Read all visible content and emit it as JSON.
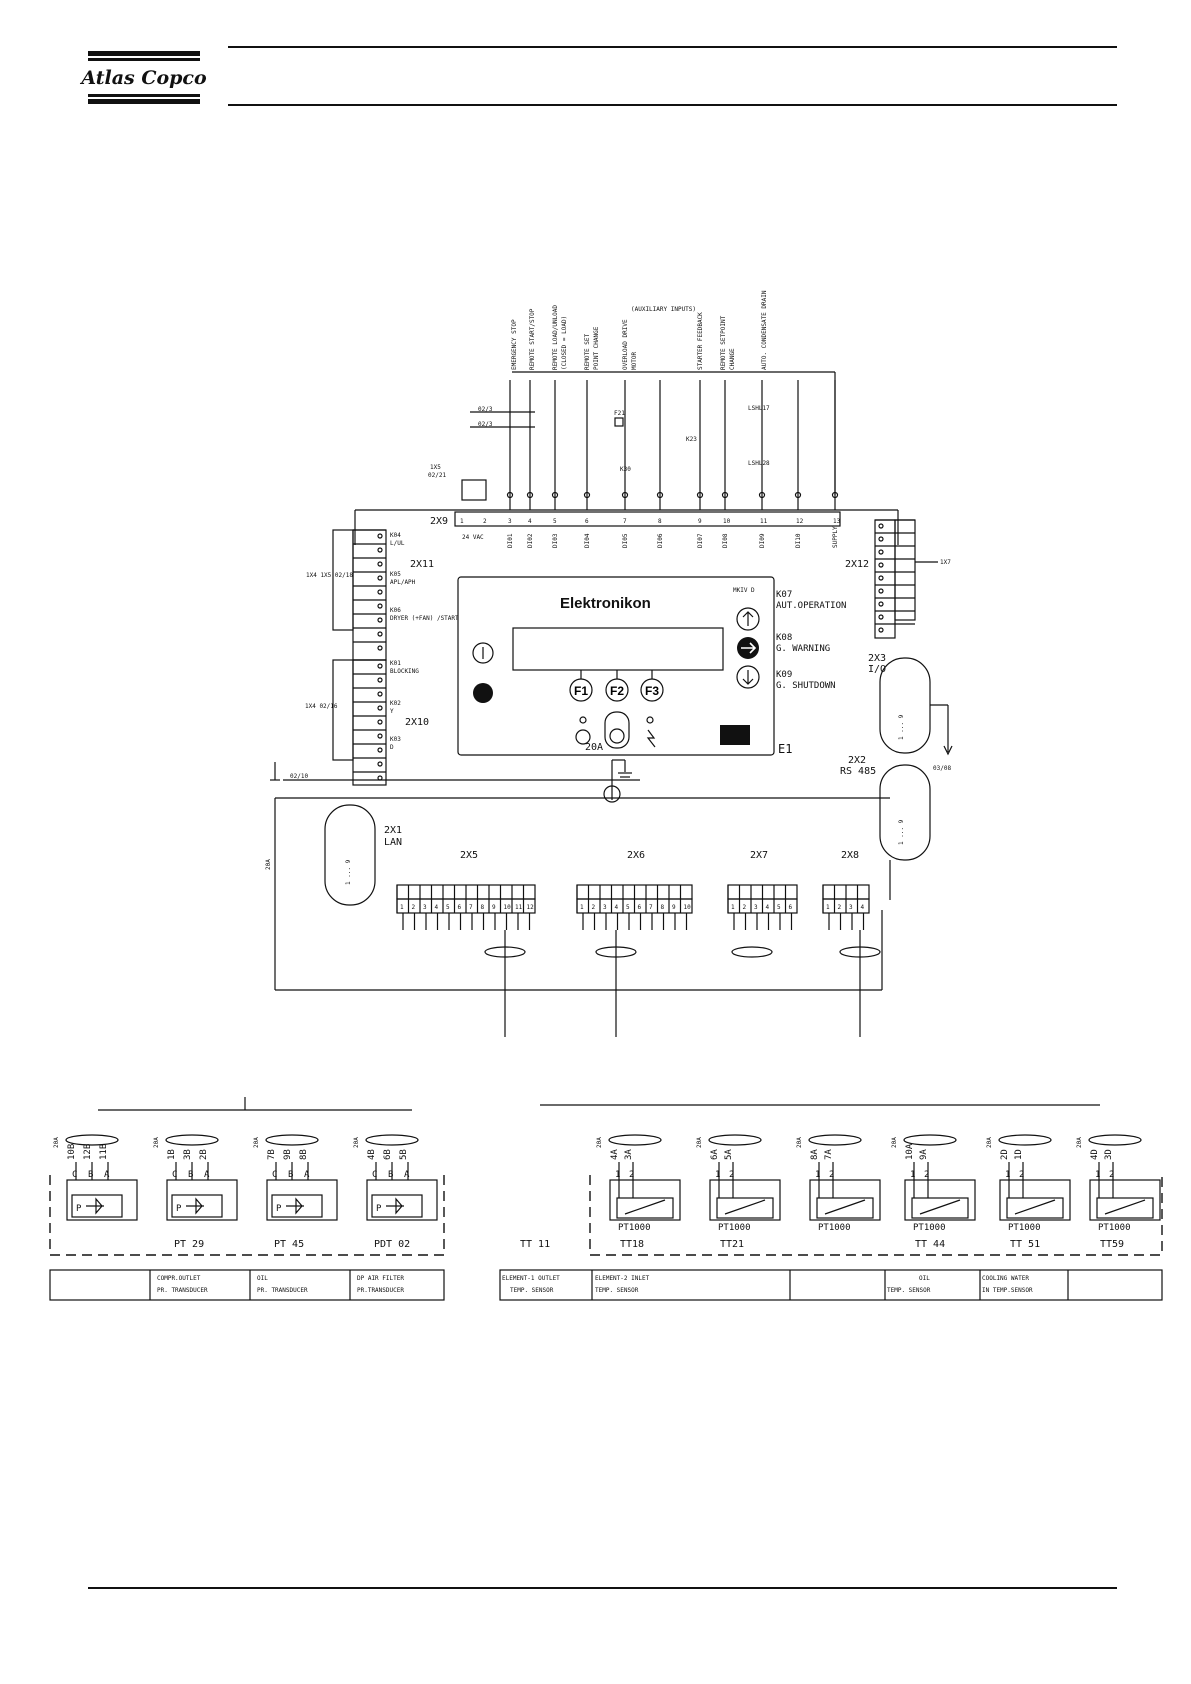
{
  "header": {
    "brand": "Atlas Copco"
  },
  "controller": {
    "name": "Elektronikon",
    "model": "MKIV D",
    "designator": "E1",
    "keys": [
      "F1",
      "F2",
      "F3"
    ],
    "relays": [
      {
        "id": "K07",
        "label": "AUT.OPERATION"
      },
      {
        "id": "K08",
        "label": "G. WARNING"
      },
      {
        "id": "K09",
        "label": "G. SHUTDOWN"
      }
    ]
  },
  "top_inputs": [
    "EMERGENCY STOP",
    "REMOTE START/STOP",
    "REMOTE LOAD/UNLOAD",
    "(CLOSED = LOAD)",
    "REMOTE SET",
    "POINT CHANGE",
    "OVERLOAD DRIVE",
    "MOTOR",
    "(AUXILIARY INPUTS)",
    "STARTER FEEDBACK",
    "REMOTE SETPOINT",
    "CHANGE",
    "AUTO. CONDENSATE DRAIN"
  ],
  "connectors": {
    "x9": "2X9",
    "x9_terminals": [
      "1",
      "2",
      "3",
      "4",
      "5",
      "6",
      "7",
      "8",
      "9",
      "10",
      "11",
      "12",
      "13"
    ],
    "x9_di": [
      "DI01",
      "DI02",
      "DI03",
      "DI04",
      "DI05",
      "DI06",
      "DI07",
      "DI08",
      "DI09",
      "DI10",
      "SUPPLY"
    ],
    "vac": "24 VAC",
    "x11": "2X11",
    "x10": "2X10",
    "x12": "2X12",
    "x7ref": "1X7",
    "x3": "2X3",
    "x3sub": "I/O",
    "x2": "2X2",
    "x2sub": "RS 485",
    "x1": "2X1",
    "x1sub": "LAN",
    "ref0308": "03/08",
    "x5": "2X5",
    "x6": "2X6",
    "x7": "2X7",
    "x8": "2X8",
    "ground": "20A",
    "ref0210": "02/10",
    "ref0221": "1X5\n02/21",
    "ref0218": "1X4 1X5 02/18",
    "ref0216": "1X4 02/16",
    "ref023a": "02/3",
    "ref023b": "02/3"
  },
  "relay_blocks": [
    {
      "id": "K04",
      "sub": "L/UL"
    },
    {
      "id": "K05",
      "sub": "APL/APH"
    },
    {
      "id": "K06",
      "sub": "DRYER (+FAN) /START"
    },
    {
      "id": "K01",
      "sub": "BLOCKING"
    },
    {
      "id": "K02",
      "sub": "Y"
    },
    {
      "id": "K03",
      "sub": "D"
    }
  ],
  "pressure_sensors": [
    {
      "tag": "",
      "pins": [
        "10B",
        "12B",
        "11B"
      ]
    },
    {
      "tag": "PT 29",
      "pins": [
        "1B",
        "3B",
        "2B"
      ]
    },
    {
      "tag": "PT 45",
      "pins": [
        "7B",
        "9B",
        "8B"
      ]
    },
    {
      "tag": "PDT 02",
      "pins": [
        "4B",
        "6B",
        "5B"
      ]
    }
  ],
  "pressure_captions": [
    [
      "",
      ""
    ],
    [
      "COMPR.OUTLET",
      "PR. TRANSDUCER"
    ],
    [
      "OIL",
      "PR. TRANSDUCER"
    ],
    [
      "DP AIR FILTER",
      "PR.TRANSDUCER"
    ]
  ],
  "temp_sensors": [
    {
      "tag": "TT18",
      "pins": [
        "4A",
        "3A"
      ],
      "type": "PT1000"
    },
    {
      "tag": "TT21",
      "pins": [
        "6A",
        "5A"
      ],
      "type": "PT1000"
    },
    {
      "tag": "",
      "pins": [
        "8A",
        "7A"
      ],
      "type": "PT1000"
    },
    {
      "tag": "TT 44",
      "pins": [
        "10A",
        "9A"
      ],
      "type": "PT1000"
    },
    {
      "tag": "TT 51",
      "pins": [
        "2D",
        "1D"
      ],
      "type": "PT1000"
    },
    {
      "tag": "TT59",
      "pins": [
        "4D",
        "3D"
      ],
      "type": "PT1000"
    }
  ],
  "temp_first_tag": "TT 11",
  "temp_captions": [
    [
      "ELEMENT-1 OUTLET",
      "TEMP. SENSOR"
    ],
    [
      "ELEMENT-2 INLET",
      "TEMP. SENSOR"
    ],
    [
      "",
      ""
    ],
    [
      "OIL",
      "TEMP. SENSOR"
    ],
    [
      "COOLING WATER",
      "IN TEMP.SENSOR"
    ]
  ],
  "ground_tags": [
    "20A",
    "20A",
    "20A",
    "20A",
    "20A",
    "20A",
    "20A",
    "20A",
    "20A",
    "20A",
    "20A"
  ]
}
